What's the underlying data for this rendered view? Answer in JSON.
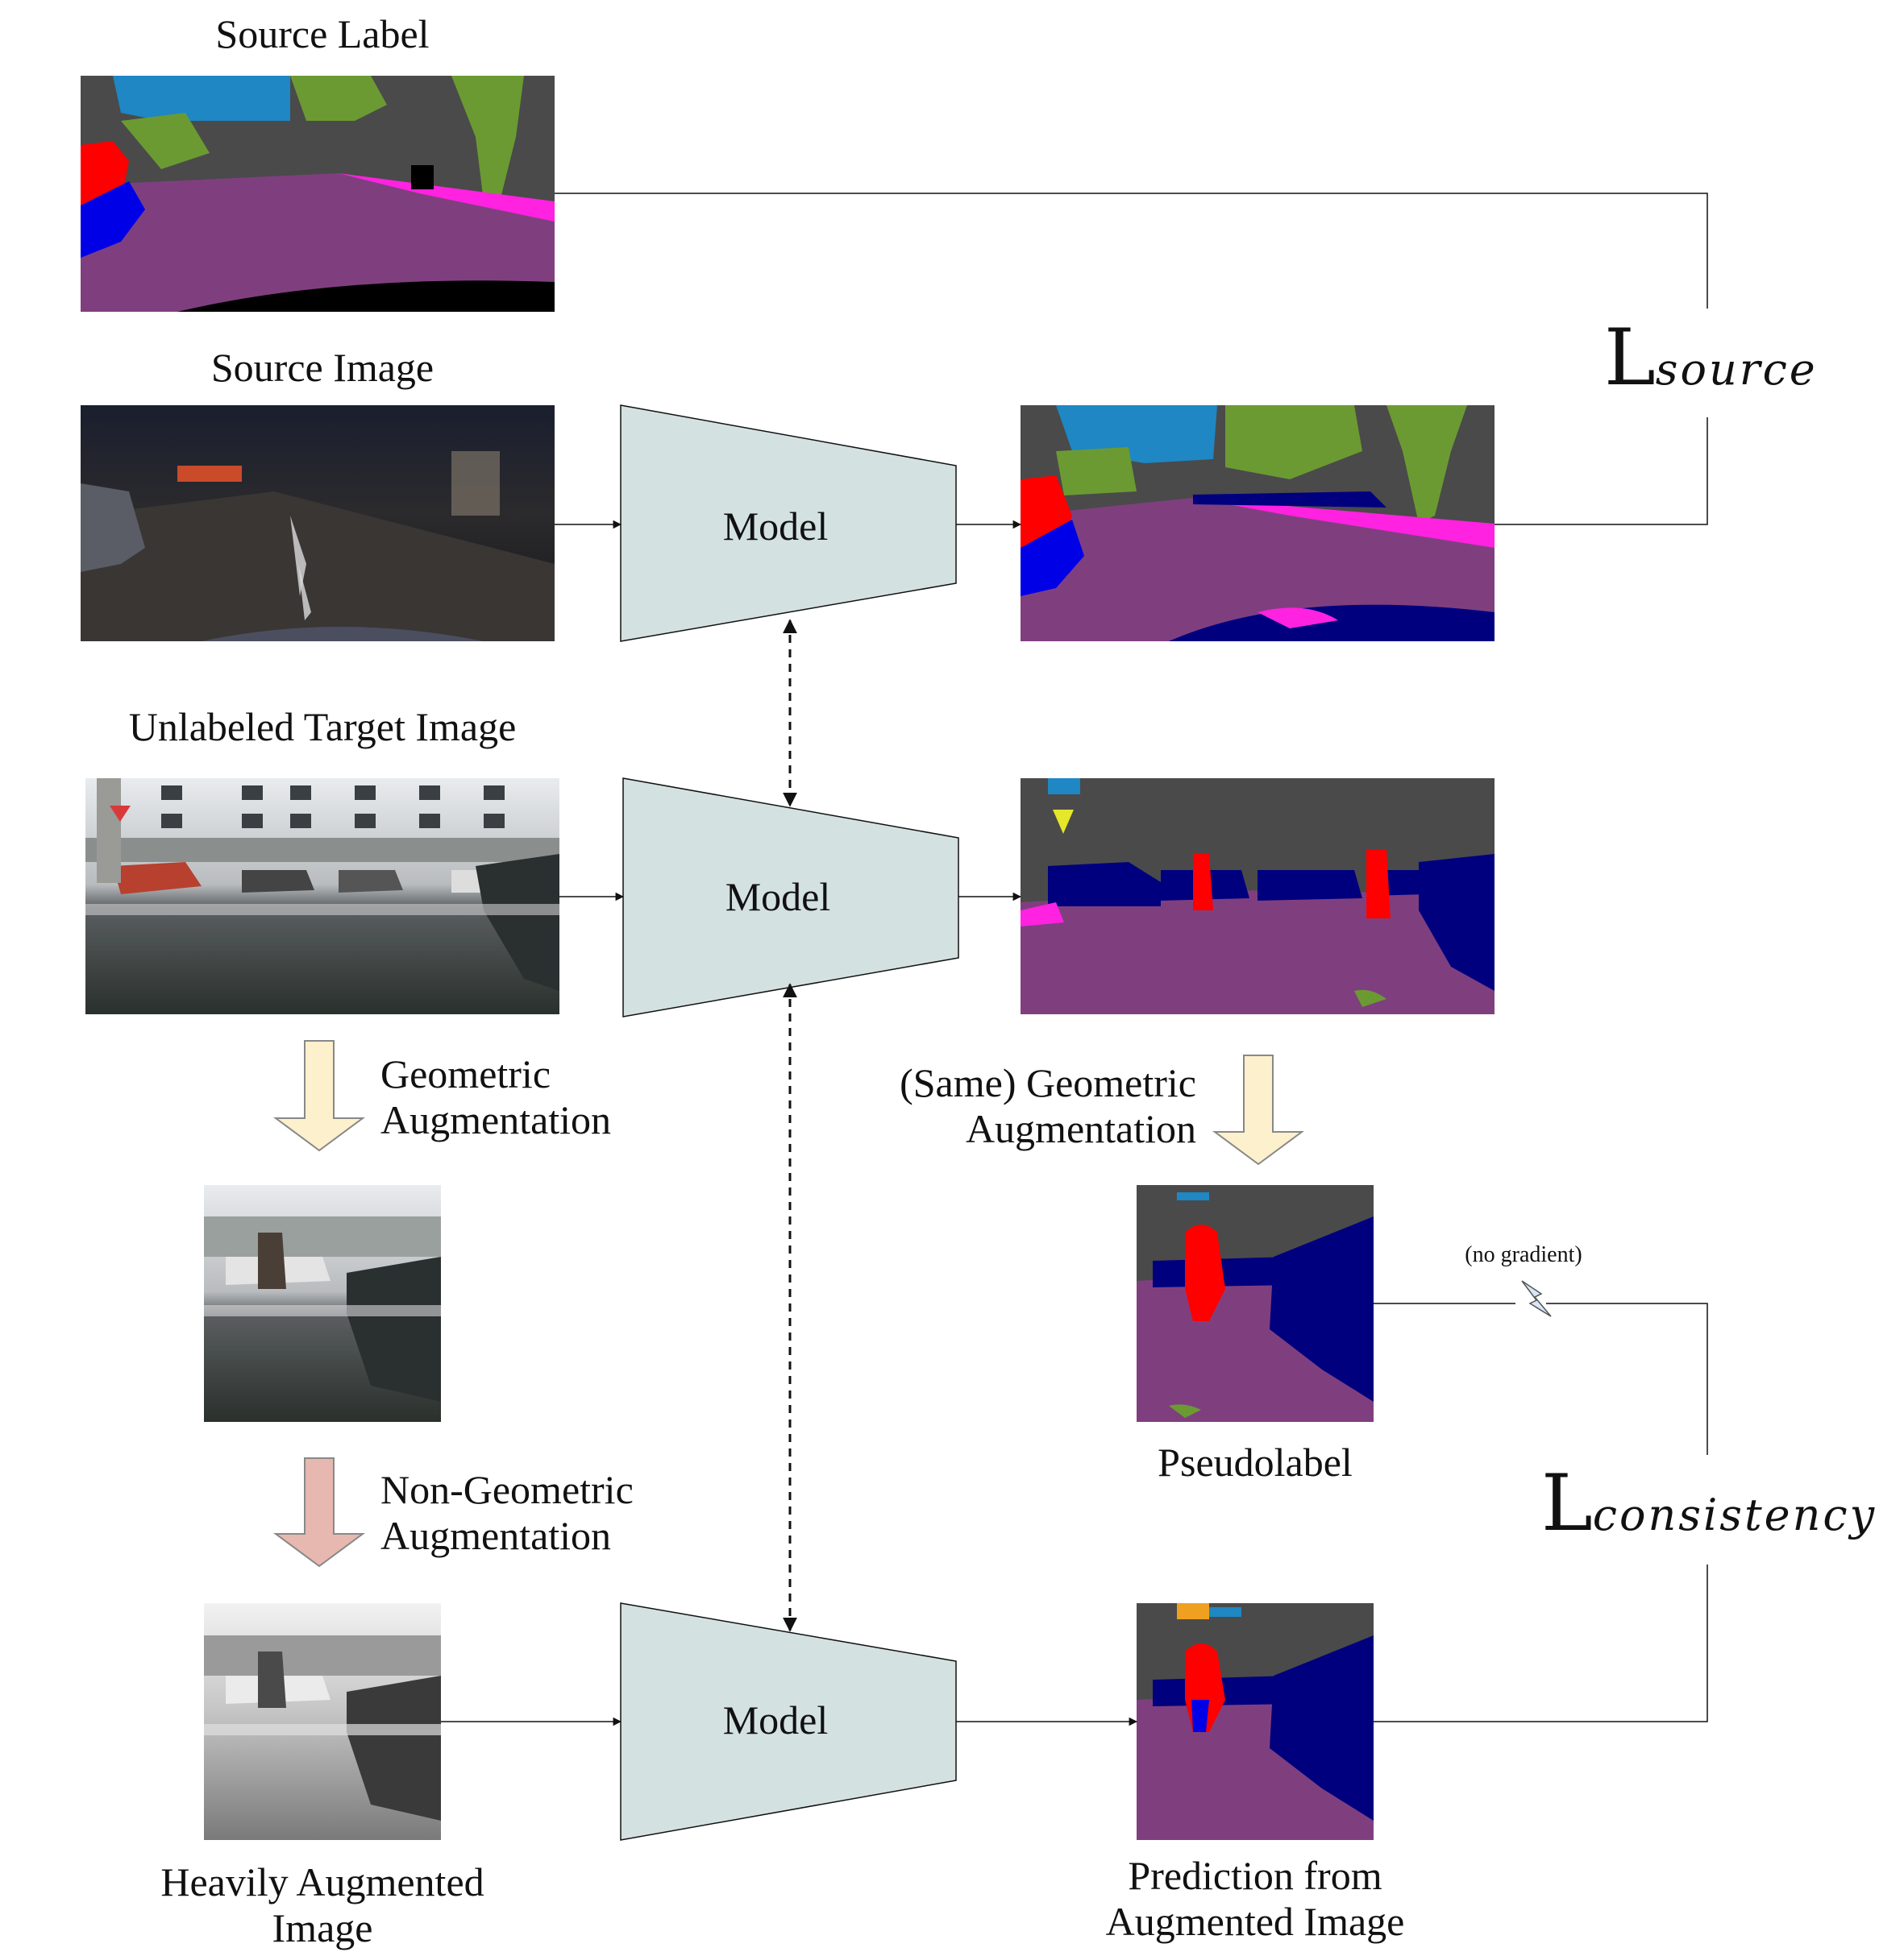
{
  "labels": {
    "source_label": "Source Label",
    "source_image": "Source Image",
    "unlabeled_target": "Unlabeled Target  Image",
    "geo_aug_1": "Geometric",
    "geo_aug_2": "Augmentation",
    "same_geo_1": "(Same) Geometric",
    "same_geo_2": "Augmentation",
    "nongeo_1": "Non-Geometric",
    "nongeo_2": "Augmentation",
    "pseudolabel": "Pseudolabel",
    "heavy_1": "Heavily Augmented",
    "heavy_2": "Image",
    "pred_1": "Prediction from",
    "pred_2": "Augmented Image",
    "no_gradient": "(no gradient)"
  },
  "model_label": "Model",
  "losses": {
    "source": {
      "symbol": "L",
      "subscript": "source"
    },
    "consistency": {
      "symbol": "L",
      "subscript": "consistency"
    }
  },
  "colors": {
    "model_fill": "#d4e1e1",
    "road": "#7f3f7f",
    "sky": "#1e87c4",
    "vegetation": "#6b9a32",
    "building": "#4a4a4a",
    "car": "#00007f",
    "person": "#ff0000",
    "sidewalk": "#ff22e0",
    "geo_arrow": "#fdf0cc",
    "nongeo_arrow": "#e6b8b0"
  },
  "icons": [
    "lightning-icon"
  ]
}
